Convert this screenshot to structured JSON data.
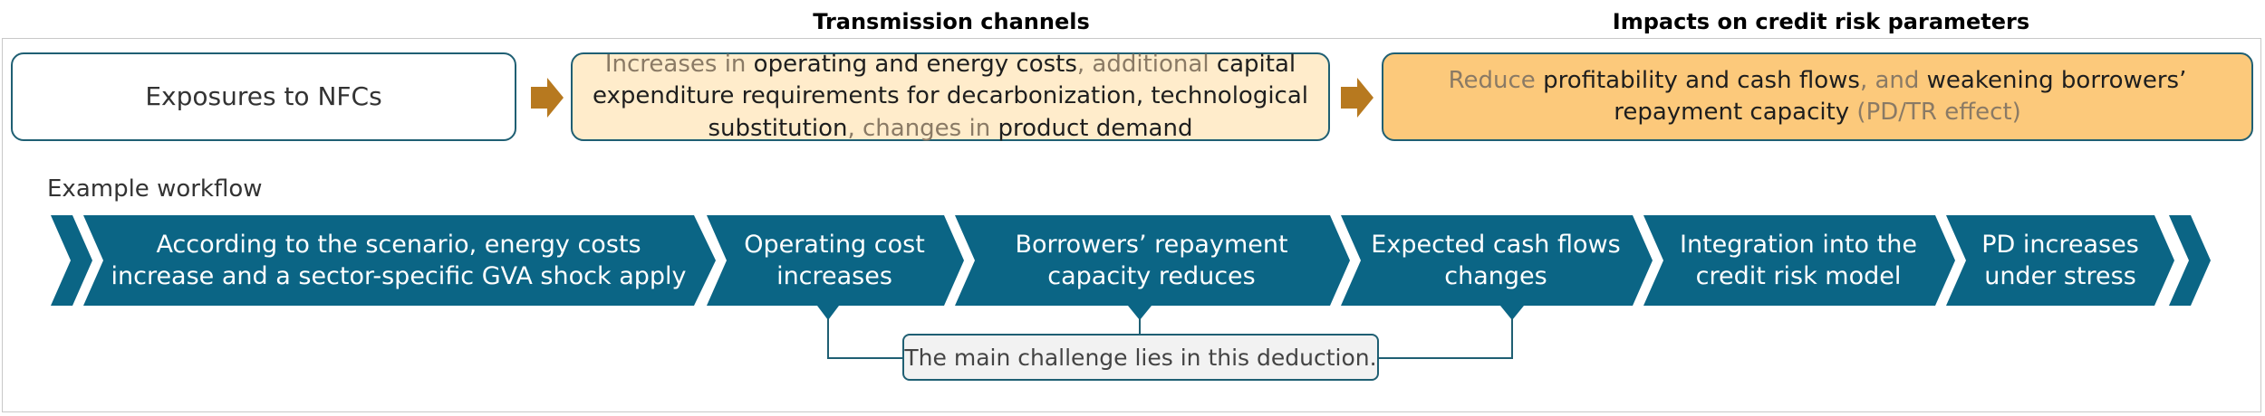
{
  "headers": {
    "transmission": "Transmission channels",
    "impacts": "Impacts on credit risk parameters"
  },
  "top_flow": {
    "exposure": "Exposures to NFCs",
    "transmission": {
      "p1": "Increases in ",
      "p2": "operating and energy costs",
      "p3": ", additional ",
      "p4": "capital expenditure requirements for decarbonization, technological substitution",
      "p5": ", changes in ",
      "p6": "product demand"
    },
    "impact": {
      "p1": "Reduce ",
      "p2": "profitability and cash flows",
      "p3": ", and ",
      "p4": "weakening borrowers’ repayment capacity",
      "p5": " (PD/TR effect)"
    }
  },
  "workflow": {
    "label": "Example workflow",
    "steps": [
      "According to the scenario, energy costs increase and a sector-specific GVA shock apply",
      "Operating cost increases",
      "Borrowers’ repayment capacity reduces",
      "Expected cash flows changes",
      "Integration into the credit risk model",
      "PD increases under stress"
    ],
    "callout": "The main challenge lies in this deduction."
  },
  "colors": {
    "chevron": "#0b6585",
    "arrow": "#b7791f",
    "box_border": "#1f5f73",
    "transmission_fill": "#ffeccb",
    "impact_fill": "#fcc97b"
  }
}
